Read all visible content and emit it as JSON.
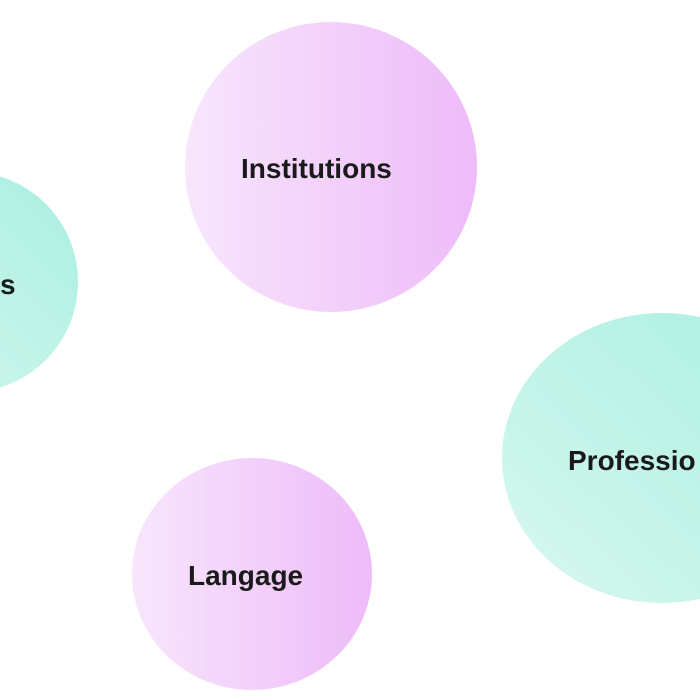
{
  "nodes": [
    {
      "label": "s",
      "color": "#a8efe0"
    },
    {
      "label": "Institutions",
      "color": "#eebbf9"
    },
    {
      "label": "Professio",
      "color": "#a8efe0"
    },
    {
      "label": "Langage",
      "color": "#eebbf9"
    }
  ]
}
